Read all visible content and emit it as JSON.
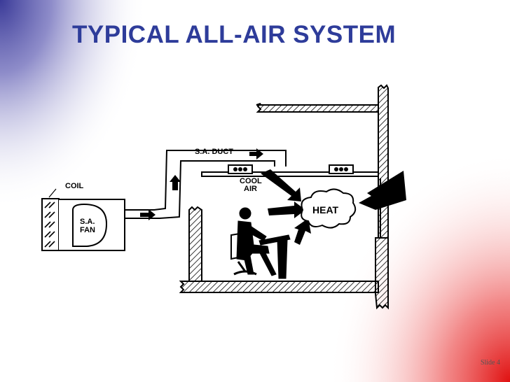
{
  "slide": {
    "title": "TYPICAL ALL-AIR SYSTEM",
    "slide_number": "Slide 4"
  },
  "diagram": {
    "labels": {
      "duct": "S.A. DUCT",
      "coil": "COIL",
      "fan_line1": "S.A.",
      "fan_line2": "FAN",
      "cool_line1": "COOL",
      "cool_line2": "AIR",
      "heat": "HEAT"
    },
    "icons": [
      "air-flow-arrow-icon",
      "diffuser-icon",
      "person-at-desk-icon",
      "heat-cloud-icon",
      "coil-fins-icon",
      "fan-icon"
    ]
  },
  "colors": {
    "title": "#2e3c9a",
    "corner_blue": "#3f3f9a",
    "corner_red": "#e01818",
    "line": "#000000"
  }
}
